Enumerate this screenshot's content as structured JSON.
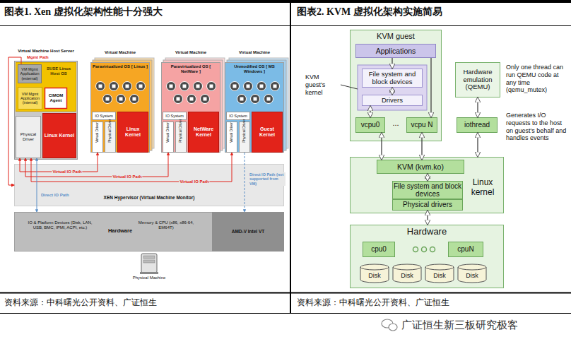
{
  "diagram": {
    "nodes": [
      {
        "text": [
          "Virtual Machine Host Server"
        ]
      },
      {
        "text": [
          "SUSE Linux Host OS"
        ],
        "in": 0
      },
      {
        "text": [
          "VM Mgmt Application (external)"
        ],
        "in": 0
      },
      {
        "text": [
          "VM Mgmt Application (internal)"
        ],
        "in": 1
      },
      {
        "text": [
          "CIMOM Agent"
        ],
        "in": 1
      },
      {
        "text": [
          "Physical Driver"
        ],
        "in": 0
      },
      {
        "text": [
          "Linux Kernel"
        ],
        "in": 0
      },
      {
        "text": [
          "Virtual Machine",
          "Paravirtualized OS [ Linux ]"
        ]
      },
      {
        "text": [
          "IO System"
        ],
        "in": 7
      },
      {
        "text": [
          "Virtual Driver"
        ],
        "in": 7
      },
      {
        "text": [
          "Physical Driver"
        ],
        "in": 7
      },
      {
        "text": [
          "Linux Kernel"
        ],
        "in": 7
      },
      {
        "text": [
          "Virtual Machine",
          "Paravirtualized OS [ NetWare ]"
        ]
      },
      {
        "text": [
          "IO System"
        ],
        "in": 12
      },
      {
        "text": [
          "Virtual Driver"
        ],
        "in": 12
      },
      {
        "text": [
          "Physical Driver"
        ],
        "in": 12
      },
      {
        "text": [
          "NetWare Kernel"
        ],
        "in": 12
      },
      {
        "text": [
          "Virtual Machine",
          "Unmodified OS [ MS Windows ]"
        ]
      },
      {
        "text": [
          "IO System"
        ],
        "in": 17
      },
      {
        "text": [
          "Virtual Driver"
        ],
        "in": 17
      },
      {
        "text": [
          "Physical Driver"
        ],
        "in": 17
      },
      {
        "text": [
          "Guest Kernel"
        ],
        "in": 17
      },
      {
        "text": [
          "XEN Hypervisor (Virtual Machine Monitor)"
        ]
      },
      {
        "text": [
          "IO & Platform Devices (Disk, LAN, USB, BMC, IPMI, ACPI, etc.)",
          "Hardware",
          "Memory & CPU (x86, x86-64, EM64T)"
        ]
      },
      {
        "text": [
          "AMD-V Intel VT"
        ],
        "in": 23
      },
      {
        "text": [
          "KVM guest"
        ]
      },
      {
        "text": [
          "Applications"
        ],
        "in": 25
      },
      {
        "text": [
          "File system and block devices"
        ],
        "in": 25
      },
      {
        "text": [
          "Drivers"
        ],
        "in": 25
      },
      {
        "text": [
          "vcpu0"
        ],
        "in": 25
      },
      {
        "text": [
          "vcpu N"
        ],
        "in": 25
      },
      {
        "text": [
          "Hardware emulation (QEMU)"
        ]
      },
      {
        "text": [
          "iothread"
        ]
      },
      {
        "text": [
          "Linux kernel"
        ]
      },
      {
        "text": [
          "KVM (kvm.ko)"
        ],
        "in": 33
      },
      {
        "text": [
          "File system and block devices"
        ],
        "in": 33
      },
      {
        "text": [
          "Physical drivers"
        ],
        "in": 33
      },
      {
        "text": [
          "Hardware"
        ]
      },
      {
        "text": [
          "cpu0"
        ],
        "in": 37
      },
      {
        "text": [
          "cpuN"
        ],
        "in": 37
      },
      {
        "text": [
          "Disk"
        ],
        "in": 37
      },
      {
        "text": [
          "Disk"
        ],
        "in": 37
      },
      {
        "text": [
          "Disk"
        ],
        "in": 37
      },
      {
        "text": [
          "Disk"
        ],
        "in": 37
      }
    ],
    "edges": [
      {
        "from": 2,
        "to": 22,
        "label": "Mgmt Path",
        "arrow": "to"
      },
      {
        "from": 9,
        "to": 5,
        "label": "Virtual IO Path",
        "arrow": "both"
      },
      {
        "from": 14,
        "to": 5,
        "label": "Virtual IO Path",
        "arrow": "both"
      },
      {
        "from": 19,
        "to": 5,
        "label": "Virtual IO Path",
        "arrow": "both"
      },
      {
        "from": 5,
        "to": 23,
        "label": "Direct IO Path",
        "arrow": "both"
      },
      {
        "from": 20,
        "to": 23,
        "label": "Direct IO Path (not supported from VM)",
        "arrow": "to"
      },
      {
        "from": 26,
        "to": 27,
        "arrow": "to"
      },
      {
        "from": 27,
        "to": 28,
        "arrow": "both"
      },
      {
        "from": 28,
        "to": 29,
        "arrow": "both"
      },
      {
        "from": 26,
        "to": 30,
        "arrow": "to"
      },
      {
        "from": 29,
        "to": 34,
        "arrow": "both"
      },
      {
        "from": 30,
        "to": 34,
        "arrow": "both"
      },
      {
        "from": 31,
        "to": 32,
        "arrow": "both"
      },
      {
        "from": 32,
        "to": 33,
        "arrow": "both"
      },
      {
        "from": 34,
        "to": 35,
        "arrow": "both"
      },
      {
        "from": 36,
        "to": 37,
        "arrow": "both"
      }
    ],
    "labels": [
      "图表1. Xen 虚拟化架构性能十分强大",
      "图表2. KVM 虚拟化架构实施简易",
      "Physical Machine",
      "KVM guest's kernel",
      "Only one thread can run QEMU code at any time (qemu_mutex)",
      "Generates I/O requests to the host on guest's behalf and handles events",
      "...",
      "资料来源：中科曙光公开资料、广证恒生",
      "资料来源：中科曙光公开资料、广证恒生",
      "广证恒生新三板研究极客"
    ]
  }
}
